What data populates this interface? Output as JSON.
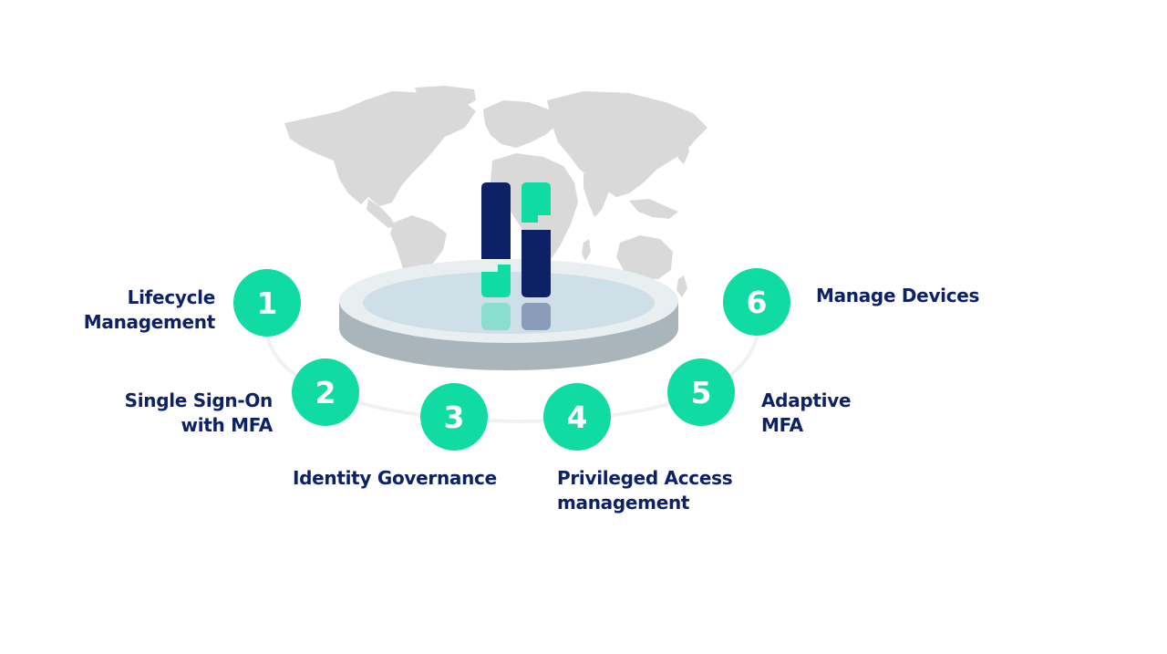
{
  "colors": {
    "accent": "#10dba2",
    "navy": "#0d2166",
    "map": "#d9d9d9",
    "platform_top": "#e9eef1",
    "platform_inner": "#cfdfe8",
    "platform_side": "#a9b5bb",
    "ring": "#f1f1f1"
  },
  "logo": {
    "icon": "brand-logo-icon"
  },
  "background": {
    "icon": "world-map-icon"
  },
  "steps": [
    {
      "number": "1",
      "label_lines": [
        "Lifecycle",
        "Management"
      ]
    },
    {
      "number": "2",
      "label_lines": [
        "Single Sign-On",
        "with MFA"
      ]
    },
    {
      "number": "3",
      "label_lines": [
        "Identity Governance"
      ]
    },
    {
      "number": "4",
      "label_lines": [
        "Privileged Access",
        "management"
      ]
    },
    {
      "number": "5",
      "label_lines": [
        "Adaptive",
        "MFA"
      ]
    },
    {
      "number": "6",
      "label_lines": [
        "Manage Devices"
      ]
    }
  ]
}
